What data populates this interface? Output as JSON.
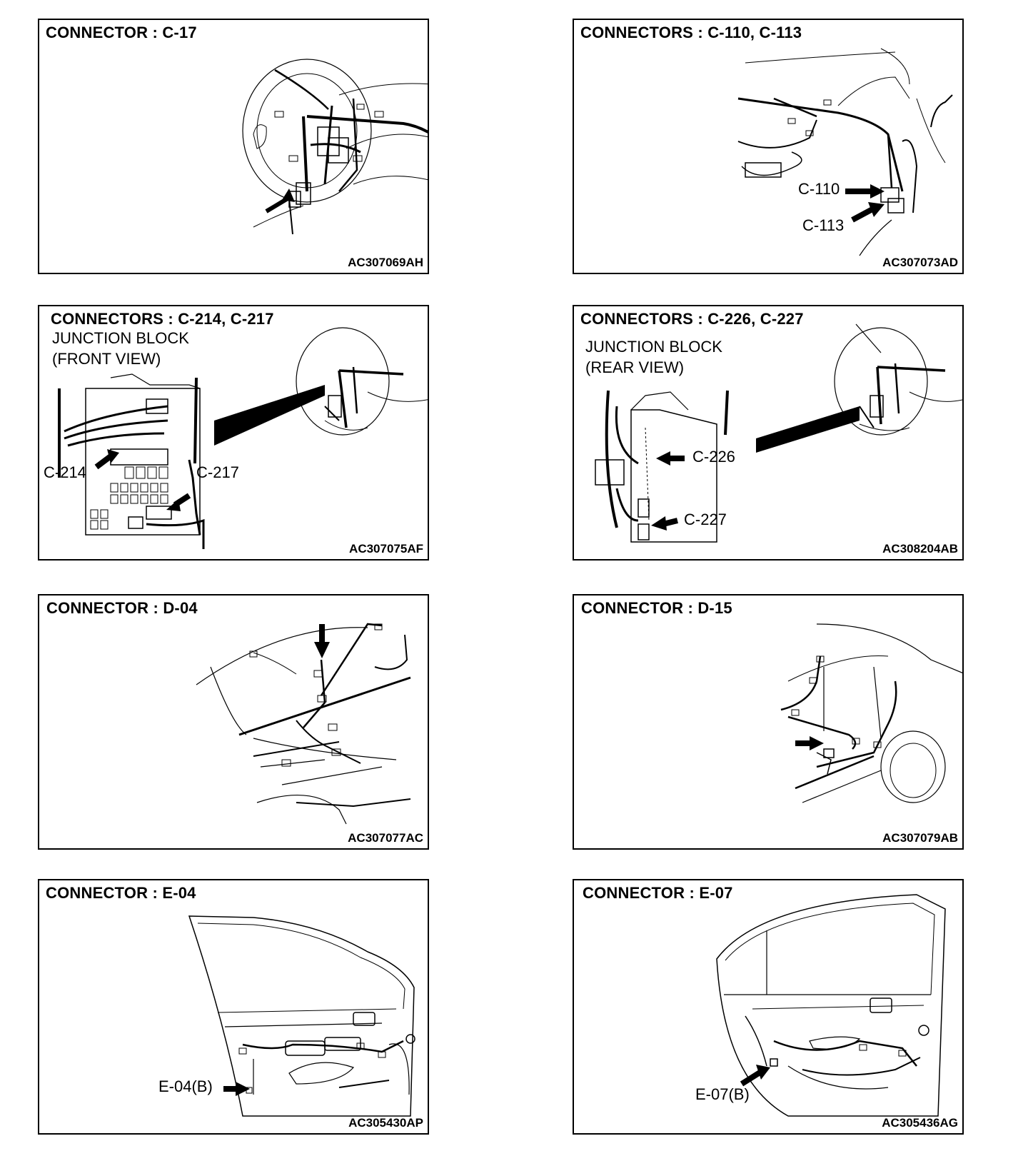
{
  "panels": [
    {
      "title": "CONNECTOR : C-17",
      "code": "AC307069AH",
      "labels": []
    },
    {
      "title": "CONNECTORS : C-110, C-113",
      "code": "AC307073AD",
      "labels": [
        "C-110",
        "C-113"
      ]
    },
    {
      "title": "CONNECTORS : C-214, C-217",
      "subtitle": [
        "JUNCTION BLOCK",
        "(FRONT VIEW)"
      ],
      "code": "AC307075AF",
      "labels": [
        "C-214",
        "C-217"
      ]
    },
    {
      "title": "CONNECTORS : C-226, C-227",
      "subtitle": [
        "JUNCTION BLOCK",
        "(REAR VIEW)"
      ],
      "code": "AC308204AB",
      "labels": [
        "C-226",
        "C-227"
      ]
    },
    {
      "title": "CONNECTOR : D-04",
      "code": "AC307077AC",
      "labels": []
    },
    {
      "title": "CONNECTOR : D-15",
      "code": "AC307079AB",
      "labels": []
    },
    {
      "title": "CONNECTOR : E-04",
      "code": "AC305430AP",
      "labels": [
        "E-04(B)"
      ]
    },
    {
      "title": "CONNECTOR : E-07",
      "code": "AC305436AG",
      "labels": [
        "E-07(B)"
      ]
    }
  ]
}
